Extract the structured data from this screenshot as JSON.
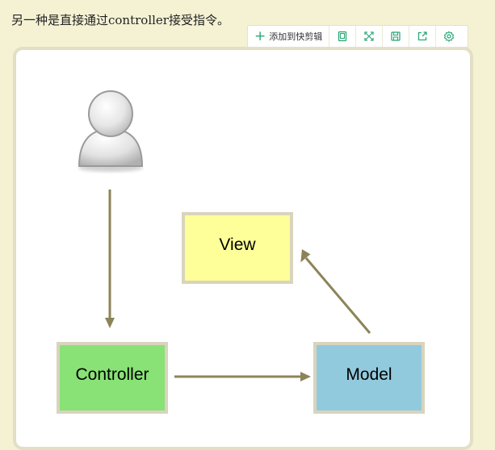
{
  "intro_text": "另一种是直接通过controller接受指令。",
  "toolbar": {
    "add_label": "添加到快剪辑",
    "buttons": [
      {
        "icon": "copy-icon"
      },
      {
        "icon": "fullscreen-icon"
      },
      {
        "icon": "save-icon"
      },
      {
        "icon": "share-icon"
      },
      {
        "icon": "settings-icon"
      }
    ],
    "accent": "#2aa876"
  },
  "diagram": {
    "user_icon": "user-icon",
    "nodes": {
      "view": {
        "label": "View",
        "fill": "#ffff99"
      },
      "controller": {
        "label": "Controller",
        "fill": "#88e275"
      },
      "model": {
        "label": "Model",
        "fill": "#92cadd"
      }
    },
    "box_border": "#d8d4bd",
    "arrow_color": "#8c8458"
  }
}
